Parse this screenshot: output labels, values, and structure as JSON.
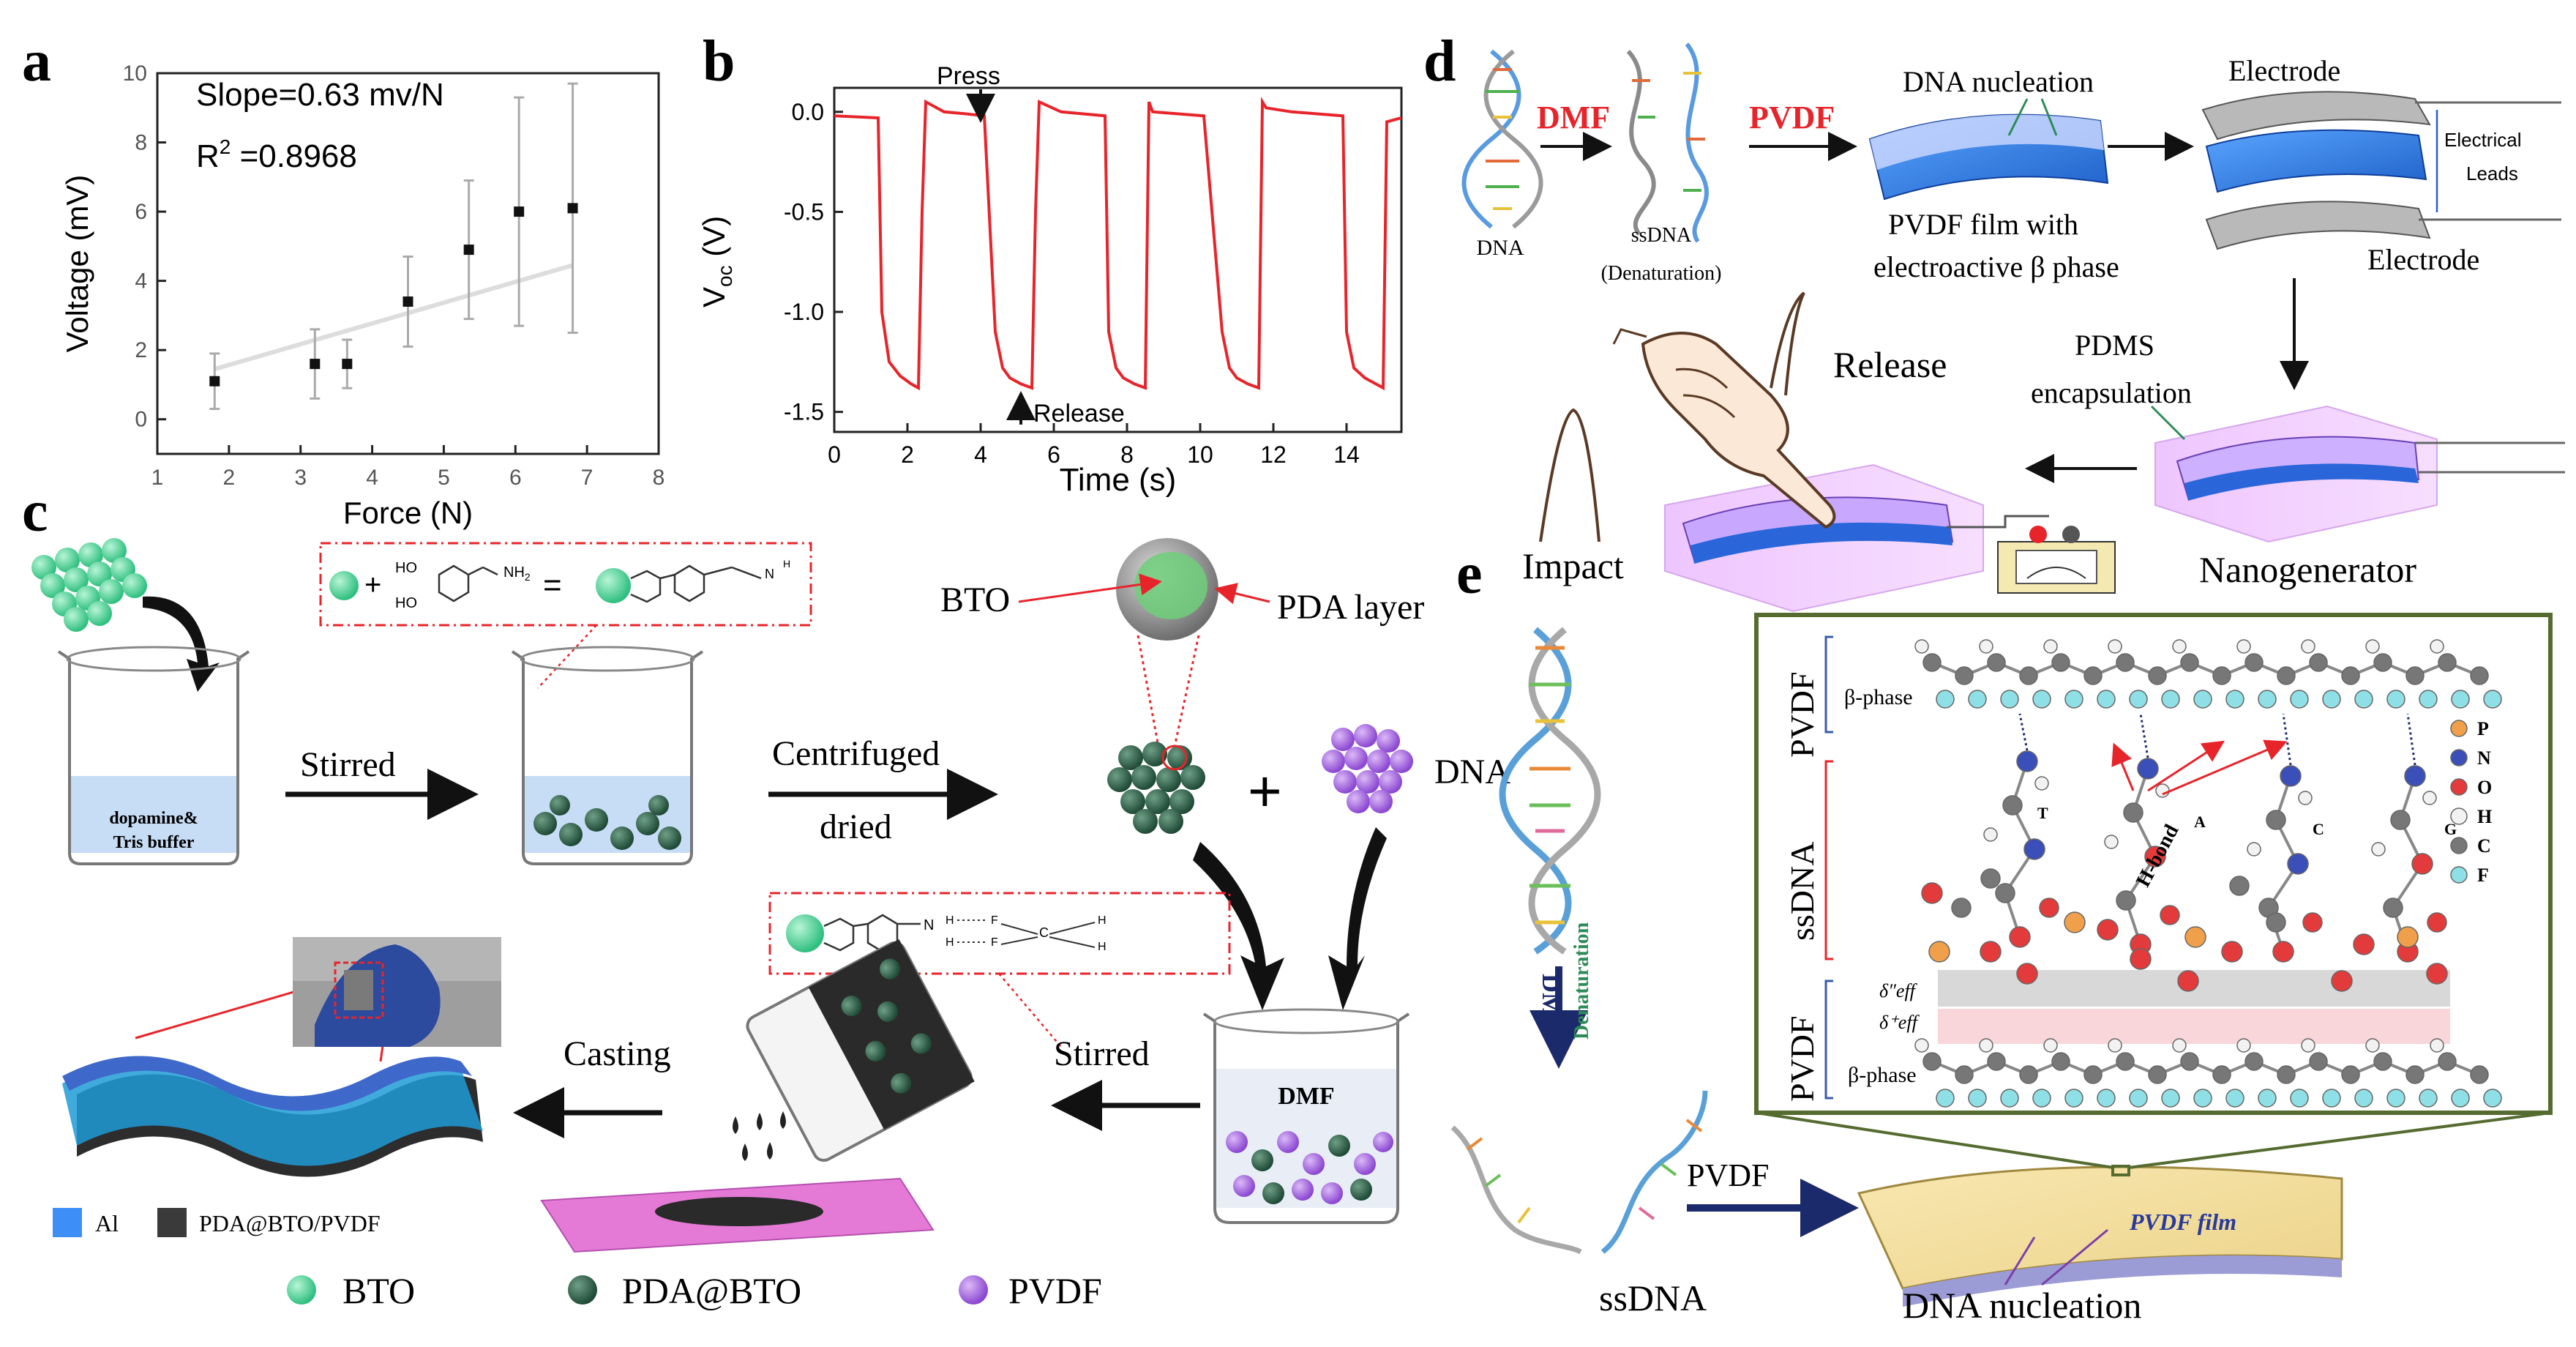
{
  "panels": {
    "a": {
      "letter": "a",
      "slope_text": "Slope=0.63 mv/N",
      "r2_prefix": "R",
      "r2_sup": "2",
      "r2_value": " =0.8968"
    },
    "b": {
      "letter": "b",
      "press_label": "Press",
      "release_label": "Release",
      "ylabel_main": "V",
      "ylabel_sub": "oc",
      "ylabel_unit": " (V)"
    },
    "c": {
      "letter": "c",
      "stirred1": "Stirred",
      "beaker1_line1": "dopamine&",
      "beaker1_line2": "Tris buffer",
      "centrifuged": "Centrifuged",
      "dried": "dried",
      "bto_label": "BTO",
      "pda_layer": "PDA layer",
      "plus": "+",
      "dna": "DNA",
      "dmf": "DMF",
      "stirred2": "Stirred",
      "casting": "Casting",
      "chem1_ho1": "HO",
      "chem1_ho2": "HO",
      "chem1_nh2": "NH",
      "chem1_nh2_sub": "2",
      "chem1_plus": "+",
      "chem1_eq": "=",
      "chem2_nh": "N",
      "chem2_h": "H",
      "chem2_f": "F",
      "chem2_c": "C",
      "legend_al": "Al",
      "legend_composite": "PDA@BTO/PVDF",
      "legend_bto": "BTO",
      "legend_pdabto": "PDA@BTO",
      "legend_pvdf": "PVDF"
    },
    "d": {
      "letter": "d",
      "dna": "DNA",
      "dmf": "DMF",
      "ssdna": "ssDNA",
      "denat": "(Denaturation)",
      "pvdf": "PVDF",
      "dna_nucleation": "DNA nucleation",
      "film_line1": "PVDF film with",
      "film_line2": "electroactive β phase",
      "electrode_top": "Electrode",
      "electrode_bottom": "Electrode",
      "leads_line1": "Electrical",
      "leads_line2": "Leads",
      "release": "Release",
      "pdms_line1": "PDMS",
      "pdms_line2": "encapsulation",
      "impact": "Impact",
      "nanogenerator": "Nanogenerator"
    },
    "e": {
      "letter": "e",
      "dmf": "DMF",
      "denaturation": "Denaturation",
      "ssdna": "ssDNA",
      "pvdf": "PVDF",
      "pvdf_film": "PVDF film",
      "dna_nucleation": "DNA nucleation",
      "inset_pvdf_top": "PVDF",
      "inset_beta_top": "β-phase",
      "inset_ssdna": "ssDNA",
      "inset_pvdf_bottom": "PVDF",
      "inset_beta_bottom": "β-phase",
      "hbond": "H-bond",
      "base_t": "T",
      "base_a": "A",
      "base_c": "C",
      "base_g": "G",
      "delta_top": "δ″eff",
      "delta_bottom": "δ⁺eff",
      "atom_legend": [
        "P",
        "N",
        "O",
        "H",
        "C",
        "F"
      ]
    }
  },
  "chart_data": [
    {
      "type": "scatter",
      "panel": "a",
      "xlabel": "Force (N)",
      "ylabel": "Voltage (mV)",
      "xlim": [
        1,
        8
      ],
      "ylim": [
        -1,
        10
      ],
      "xticks": [
        1,
        2,
        3,
        4,
        5,
        6,
        7,
        8
      ],
      "yticks": [
        0,
        2,
        4,
        6,
        8,
        10
      ],
      "points": [
        {
          "x": 1.8,
          "y": 1.1,
          "err": 0.8
        },
        {
          "x": 3.2,
          "y": 1.6,
          "err": 1.0
        },
        {
          "x": 3.65,
          "y": 1.6,
          "err": 0.7
        },
        {
          "x": 4.5,
          "y": 3.4,
          "err": 1.3
        },
        {
          "x": 5.35,
          "y": 4.9,
          "err": 2.0
        },
        {
          "x": 6.05,
          "y": 6.0,
          "err": 3.3
        },
        {
          "x": 6.8,
          "y": 6.1,
          "err": 3.6
        }
      ],
      "fit": {
        "x": [
          1.8,
          6.8
        ],
        "y": [
          1.45,
          4.45
        ]
      },
      "grid": false
    },
    {
      "type": "line",
      "panel": "b",
      "xlabel": "Time (s)",
      "xlim": [
        0,
        15.5
      ],
      "ylim": [
        -1.6,
        0.12
      ],
      "xticks": [
        0,
        2,
        4,
        6,
        8,
        10,
        12,
        14
      ],
      "yticks": [
        0.0,
        -0.5,
        -1.0,
        -1.5
      ],
      "series": [
        {
          "color": "#e8242b",
          "x": [
            0,
            1.2,
            1.3,
            1.5,
            1.8,
            2.1,
            2.3,
            2.4,
            2.5,
            3.0,
            3.6,
            4.1,
            4.4,
            4.6,
            4.8,
            5.1,
            5.4,
            5.5,
            5.6,
            6.2,
            6.8,
            7.4,
            7.5,
            7.7,
            7.9,
            8.2,
            8.5,
            8.6,
            8.7,
            9.4,
            10.1,
            10.6,
            10.8,
            11.0,
            11.3,
            11.6,
            11.7,
            11.8,
            12.5,
            13.2,
            13.9,
            14.0,
            14.2,
            14.5,
            14.8,
            15.0,
            15.1,
            15.5
          ],
          "y": [
            -0.02,
            -0.03,
            -1.0,
            -1.25,
            -1.32,
            -1.36,
            -1.38,
            -0.5,
            0.05,
            0.0,
            -0.01,
            -0.02,
            -1.1,
            -1.28,
            -1.33,
            -1.36,
            -1.38,
            -0.5,
            0.05,
            0.0,
            -0.01,
            -0.02,
            -1.1,
            -1.28,
            -1.33,
            -1.36,
            -1.38,
            0.05,
            0.0,
            -0.01,
            -0.02,
            -1.1,
            -1.28,
            -1.33,
            -1.36,
            -1.38,
            0.05,
            0.02,
            0.0,
            -0.01,
            -0.02,
            -1.1,
            -1.28,
            -1.33,
            -1.36,
            -1.38,
            -0.05,
            -0.03
          ]
        }
      ],
      "grid": false
    }
  ]
}
